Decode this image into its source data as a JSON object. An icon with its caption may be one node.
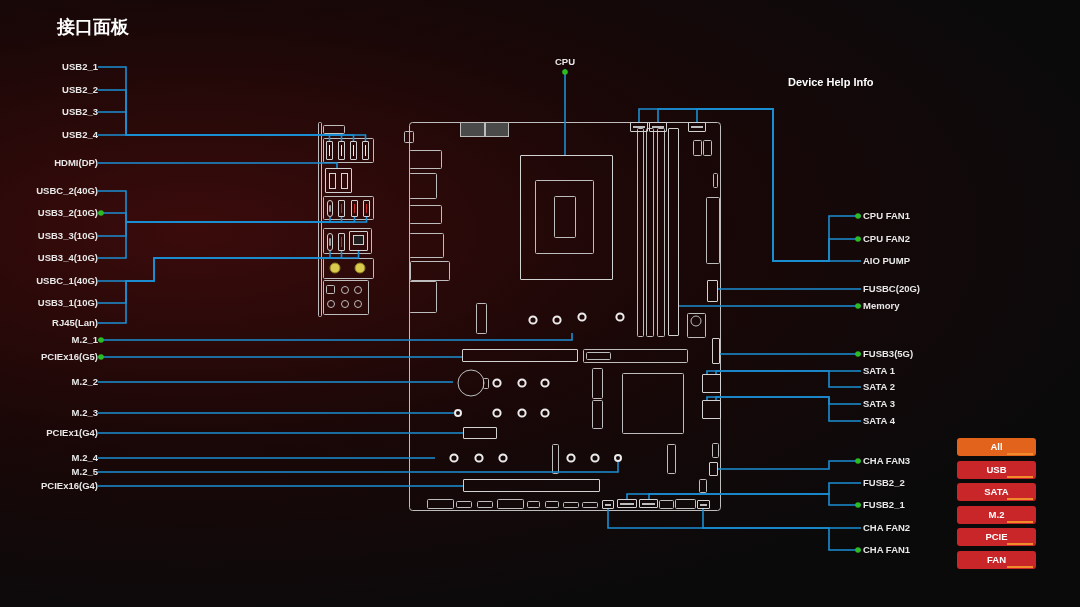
{
  "diagram": {
    "title": "接口面板",
    "nodes": [
      {
        "text": [
          "USB2_1"
        ]
      },
      {
        "text": [
          "USB2_2"
        ]
      },
      {
        "text": [
          "USB2_3"
        ]
      },
      {
        "text": [
          "USB2_4"
        ]
      },
      {
        "text": [
          "HDMI(DP)"
        ]
      },
      {
        "text": [
          "USBC_2(40G)"
        ]
      },
      {
        "text": [
          "USB3_2(10G)"
        ]
      },
      {
        "text": [
          "USB3_3(10G)"
        ]
      },
      {
        "text": [
          "USB3_4(10G)"
        ]
      },
      {
        "text": [
          "USBC_1(40G)"
        ]
      },
      {
        "text": [
          "USB3_1(10G)"
        ]
      },
      {
        "text": [
          "RJ45(Lan)"
        ]
      },
      {
        "text": [
          "M.2_1"
        ]
      },
      {
        "text": [
          "PCIEx16(G5)"
        ]
      },
      {
        "text": [
          "M.2_2"
        ]
      },
      {
        "text": [
          "M.2_3"
        ]
      },
      {
        "text": [
          "PCIEx1(G4)"
        ]
      },
      {
        "text": [
          "M.2_4"
        ]
      },
      {
        "text": [
          "M.2_5"
        ]
      },
      {
        "text": [
          "PCIEx16(G4)"
        ]
      },
      {
        "text": [
          "CPU"
        ]
      },
      {
        "text": [
          "CPU FAN1"
        ]
      },
      {
        "text": [
          "CPU FAN2"
        ]
      },
      {
        "text": [
          "AIO PUMP"
        ]
      },
      {
        "text": [
          "FUSBC(20G)"
        ]
      },
      {
        "text": [
          "Memory"
        ]
      },
      {
        "text": [
          "FUSB3(5G)"
        ]
      },
      {
        "text": [
          "SATA 1"
        ]
      },
      {
        "text": [
          "SATA 2"
        ]
      },
      {
        "text": [
          "SATA 3"
        ]
      },
      {
        "text": [
          "SATA 4"
        ]
      },
      {
        "text": [
          "CHA FAN3"
        ]
      },
      {
        "text": [
          "FUSB2_2"
        ]
      },
      {
        "text": [
          "FUSB2_1"
        ]
      },
      {
        "text": [
          "CHA FAN2"
        ]
      },
      {
        "text": [
          "CHA FAN1"
        ]
      },
      {
        "text": [
          "All"
        ]
      },
      {
        "text": [
          "USB"
        ]
      },
      {
        "text": [
          "SATA"
        ]
      },
      {
        "text": [
          "M.2"
        ]
      },
      {
        "text": [
          "PCIE"
        ]
      },
      {
        "text": [
          "FAN"
        ]
      },
      {
        "text": [],
        "shape": "box"
      },
      {
        "text": [],
        "shape": "box"
      },
      {
        "text": [],
        "shape": "box"
      },
      {
        "text": [],
        "shape": "box"
      },
      {
        "text": [],
        "shape": "box"
      },
      {
        "text": [],
        "shape": "box"
      },
      {
        "text": [],
        "shape": "box"
      },
      {
        "text": [],
        "shape": "box"
      },
      {
        "text": [],
        "shape": "box"
      },
      {
        "text": [],
        "shape": "box"
      },
      {
        "text": [],
        "shape": "box"
      },
      {
        "text": [],
        "shape": "box"
      },
      {
        "text": [],
        "shape": "box"
      },
      {
        "text": [],
        "shape": "box"
      },
      {
        "text": [],
        "shape": "box"
      },
      {
        "text": [],
        "shape": "box"
      },
      {
        "text": [],
        "shape": "box"
      },
      {
        "text": [],
        "shape": "box"
      },
      {
        "text": [],
        "shape": "box"
      },
      {
        "text": [],
        "shape": "box"
      },
      {
        "text": [],
        "shape": "box"
      },
      {
        "text": [],
        "shape": "box"
      },
      {
        "text": [],
        "shape": "box"
      },
      {
        "text": [],
        "shape": "box"
      },
      {
        "text": [],
        "shape": "box"
      },
      {
        "text": [],
        "shape": "box"
      },
      {
        "text": [],
        "shape": "box"
      },
      {
        "text": [],
        "shape": "box"
      },
      {
        "text": [],
        "shape": "box"
      },
      {
        "text": [],
        "shape": "circle"
      },
      {
        "text": [],
        "shape": "circle"
      }
    ],
    "edges": [
      {
        "from": 0,
        "to": 42,
        "arrow": "none"
      },
      {
        "from": 1,
        "to": 43,
        "arrow": "none"
      },
      {
        "from": 2,
        "to": 44,
        "arrow": "none"
      },
      {
        "from": 3,
        "to": 45,
        "arrow": "none"
      },
      {
        "from": 4,
        "to": 46,
        "arrow": "none"
      },
      {
        "from": 5,
        "to": 47,
        "arrow": "none"
      },
      {
        "from": 6,
        "to": 48,
        "arrow": "other"
      },
      {
        "from": 7,
        "to": 49,
        "arrow": "none"
      },
      {
        "from": 8,
        "to": 50,
        "arrow": "none"
      },
      {
        "from": 9,
        "to": 51,
        "arrow": "none"
      },
      {
        "from": 10,
        "to": 52,
        "arrow": "none"
      },
      {
        "from": 11,
        "to": 53,
        "arrow": "none"
      },
      {
        "from": 12,
        "to": null,
        "arrow": "other"
      },
      {
        "from": 13,
        "to": 68,
        "arrow": "other"
      },
      {
        "from": 14,
        "to": null,
        "arrow": "none"
      },
      {
        "from": 15,
        "to": 71,
        "arrow": "none"
      },
      {
        "from": 16,
        "to": 69,
        "arrow": "none"
      },
      {
        "from": 17,
        "to": null,
        "arrow": "none"
      },
      {
        "from": 18,
        "to": 72,
        "arrow": "none"
      },
      {
        "from": 19,
        "to": 70,
        "arrow": "none"
      },
      {
        "from": 20,
        "to": 54,
        "arrow": "other"
      },
      {
        "from": 21,
        "to": 55,
        "arrow": "other"
      },
      {
        "from": 22,
        "to": 56,
        "arrow": "other"
      },
      {
        "from": 23,
        "to": 57,
        "arrow": "none"
      },
      {
        "from": 24,
        "to": 58,
        "arrow": "none"
      },
      {
        "from": 25,
        "to": 59,
        "arrow": "other"
      },
      {
        "from": 26,
        "to": 60,
        "arrow": "other"
      },
      {
        "from": 27,
        "to": 61,
        "arrow": "none"
      },
      {
        "from": 28,
        "to": 61,
        "arrow": "none"
      },
      {
        "from": 29,
        "to": 62,
        "arrow": "none"
      },
      {
        "from": 30,
        "to": 62,
        "arrow": "none"
      },
      {
        "from": 31,
        "to": 63,
        "arrow": "other"
      },
      {
        "from": 32,
        "to": 65,
        "arrow": "none"
      },
      {
        "from": 33,
        "to": 66,
        "arrow": "other"
      },
      {
        "from": 34,
        "to": 67,
        "arrow": "none"
      },
      {
        "from": 35,
        "to": 64,
        "arrow": "other"
      }
    ],
    "labels": [
      "Device Help Info"
    ]
  }
}
